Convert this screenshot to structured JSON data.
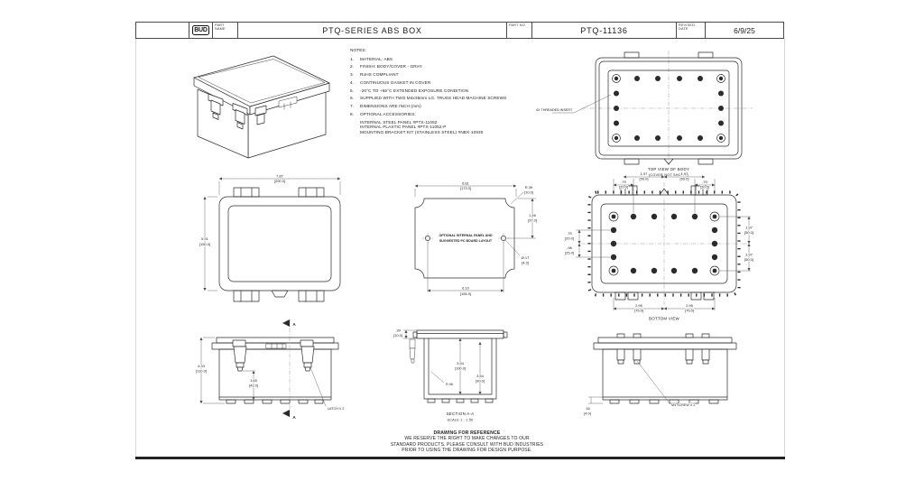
{
  "colors": {
    "ink": "#2b2b2b",
    "paper": "#ffffff",
    "border": "#4a4a4a"
  },
  "title_block": {
    "logo": "BUD",
    "part_name_label": "PART NAME",
    "part_name": "PTQ-SERIES ABS BOX",
    "part_no_label": "PART NO",
    "part_no": "PTQ-11136",
    "revised_label": "REVISED DATE",
    "revised_date": "6/9/25"
  },
  "notes": {
    "heading": "NOTES:",
    "items": [
      {
        "n": "1.",
        "t": "MATERIAL: ABS"
      },
      {
        "n": "2.",
        "t": "FINISH: BODY/COVER - GRAY"
      },
      {
        "n": "3.",
        "t": "RoHS COMPLIANT"
      },
      {
        "n": "4.",
        "t": "CONTINUOUS GASKET IN COVER"
      },
      {
        "n": "5.",
        "t": "-20°C TO +65°C EXTENDED EXPOSURE CONDITION"
      },
      {
        "n": "6.",
        "t": "SUPPLIED WITH TWO M4x35mm LG. TRUSS HEAD MACHINE SCREWS"
      },
      {
        "n": "7.",
        "t": "DIMENSIONS ARE INCH (mm)"
      },
      {
        "n": "8.",
        "t": "OPTIONAL ACCESSORIES:"
      }
    ],
    "accessories": [
      "INTERNAL STEEL PANEL #PTX-11052",
      "INTERNAL PLASTIC PANEL #PTX-11052-P",
      "MOUNTING BRACKET KIT (STAINLESS STEEL) #NBX-10930"
    ]
  },
  "views": {
    "top": {
      "caption1": "TOP VIEW OF BODY",
      "caption2": "(COVER NOT SHOWN)",
      "callout": "4X THREADED INSERT"
    },
    "front": {
      "width_in": "7.87",
      "width_mm": "[200.0]",
      "height_in": "5.91",
      "height_mm": "[150.0]"
    },
    "panel": {
      "label1": "OPTIONAL INTERNAL PANEL AND",
      "label2": "SUGGESTED PC BOARD LAYOUT",
      "top_in": "6.81",
      "top_mm": "[173.0]",
      "bottom_in": "6.10",
      "bottom_mm": "[155.0]",
      "side_in": "1.46",
      "side_mm": "[37.0]",
      "corner_r": "R.39",
      "corner_mm": "[10.0]",
      "hole_d": "Ø.17",
      "hole_mm": "[4.3]"
    },
    "bottom": {
      "caption": "BOTTOM VIEW",
      "d50_in": "1.97",
      "d50_mm": "[50.0]",
      "d20_in": ".79",
      "d20_mm": "[20.0]",
      "d25_in": ".98",
      "d25_mm": "[25.0]",
      "d75_in": "2.95",
      "d75_mm": "[75.0]"
    },
    "side": {
      "height_in": "4.33",
      "height_mm": "[110.0]",
      "latch_in": "1.65",
      "latch_mm": "[42.0]",
      "callout": "LATCH X 2",
      "section": "A"
    },
    "section": {
      "caption1": "SECTION A-A",
      "caption2": "SCALE 1 : 1.50",
      "lip_in": ".39",
      "lip_mm": "[10.0]",
      "depth1_in": "3.94",
      "depth1_mm": "[100.0]",
      "depth2_in": "3.54",
      "depth2_mm": "[90.0]",
      "radius": "R.06"
    },
    "rear": {
      "callout": "M4 SCREW X 2",
      "foot_in": ".16",
      "foot_mm": "[4.0]"
    }
  },
  "footer": {
    "line1": "DRAWING FOR REFERENCE",
    "line2": "WE RESERVE THE RIGHT TO MAKE CHANGES TO OUR",
    "line3": "STANDARD PRODUCTS. PLEASE CONSULT WITH BUD INDUSTRIES",
    "line4": "PRIOR TO USING THE DRAWING FOR DESIGN PURPOSE."
  }
}
